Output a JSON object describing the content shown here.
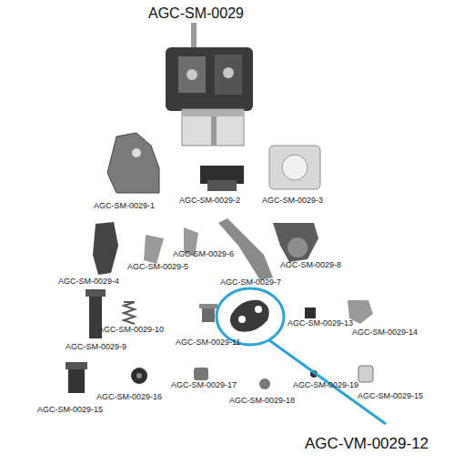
{
  "diagram": {
    "title": "AGC-SM-0029",
    "labels": [
      "AGC-SM-0029-1",
      "AGC-SM-0029-2",
      "AGC-SM-0029-3",
      "AGC-SM-0029-5",
      "AGC-SM-0029-6",
      "AGC-SM-0029-8",
      "AGC-SM-0029-4",
      "AGC-SM-0029-7",
      "AGC-SM-0029-10",
      "AGC-SM-0029-13",
      "AGC-SM-0029-14",
      "AGC-SM-0029-11",
      "AGC-SM-0029-9",
      "AGC-SM-0029-17",
      "AGC-SM-0029-19",
      "AGC-SM-0029-16",
      "AGC-SM-0029-15",
      "AGC-SM-0029-18",
      "AGC-SM-0029-15",
      "AGC-VM-0029-12"
    ]
  }
}
